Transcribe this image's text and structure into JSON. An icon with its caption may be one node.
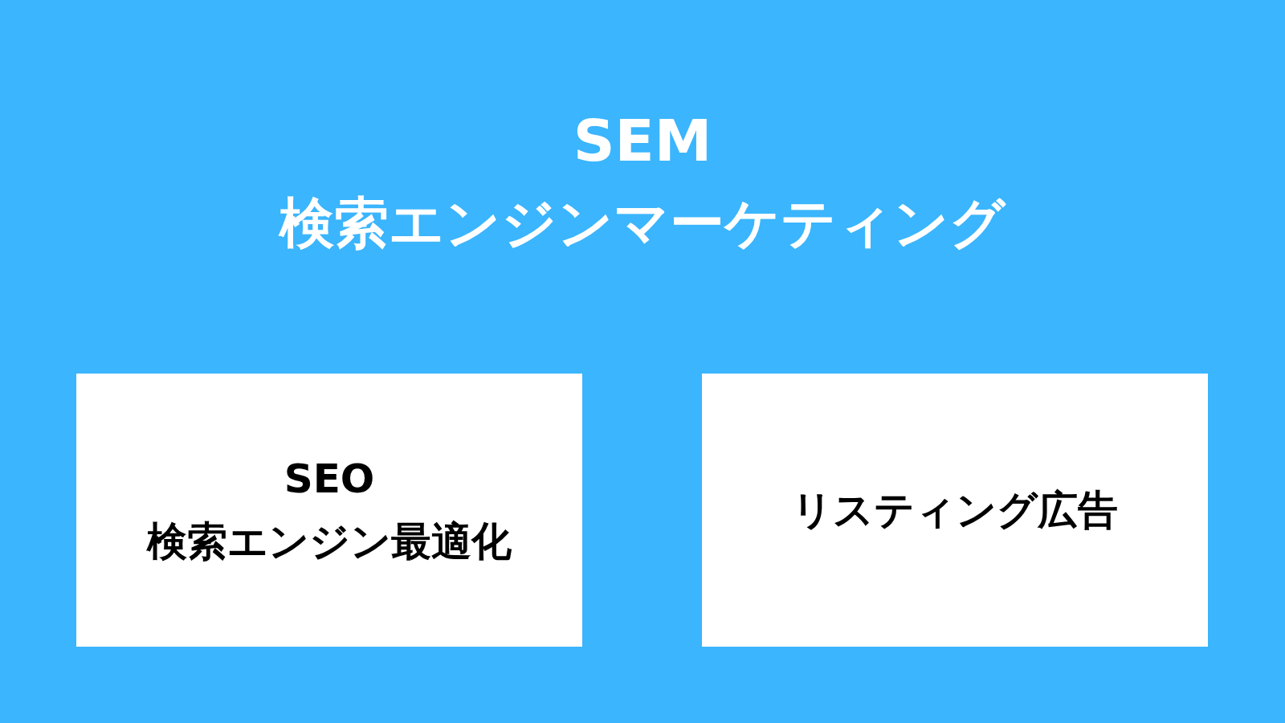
{
  "diagram": {
    "title": "SEM",
    "nodes": [
      {
        "text": [
          "SEO",
          "検索エンジン最適化"
        ]
      },
      {
        "text": [
          "リスティング広告"
        ]
      }
    ],
    "labels": [
      "検索エンジンマーケティング"
    ]
  }
}
